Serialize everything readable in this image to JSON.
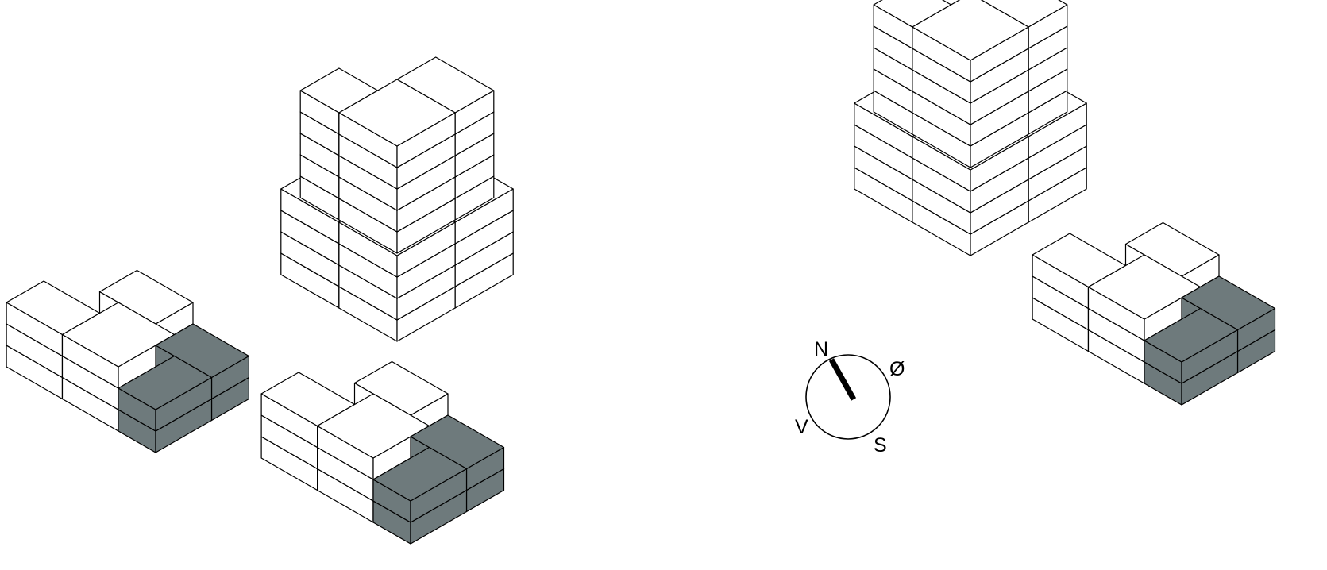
{
  "colors": {
    "background": "#ffffff",
    "line": "#000000",
    "block_fill": "#ffffff",
    "highlight_fill": "#6e7a7c"
  },
  "compass": {
    "north": "N",
    "east": "Ø",
    "south": "S",
    "west": "V",
    "needle_direction": "north-north-west"
  },
  "groups": [
    {
      "name": "cluster-large",
      "highlighted": false,
      "floors": 4,
      "instances": [
        "center-top",
        "right-top"
      ]
    },
    {
      "name": "cluster-small",
      "highlighted": true,
      "floors": 3,
      "highlighted_floors": 2,
      "instances": [
        "left",
        "center-bottom",
        "right-bottom"
      ]
    }
  ]
}
